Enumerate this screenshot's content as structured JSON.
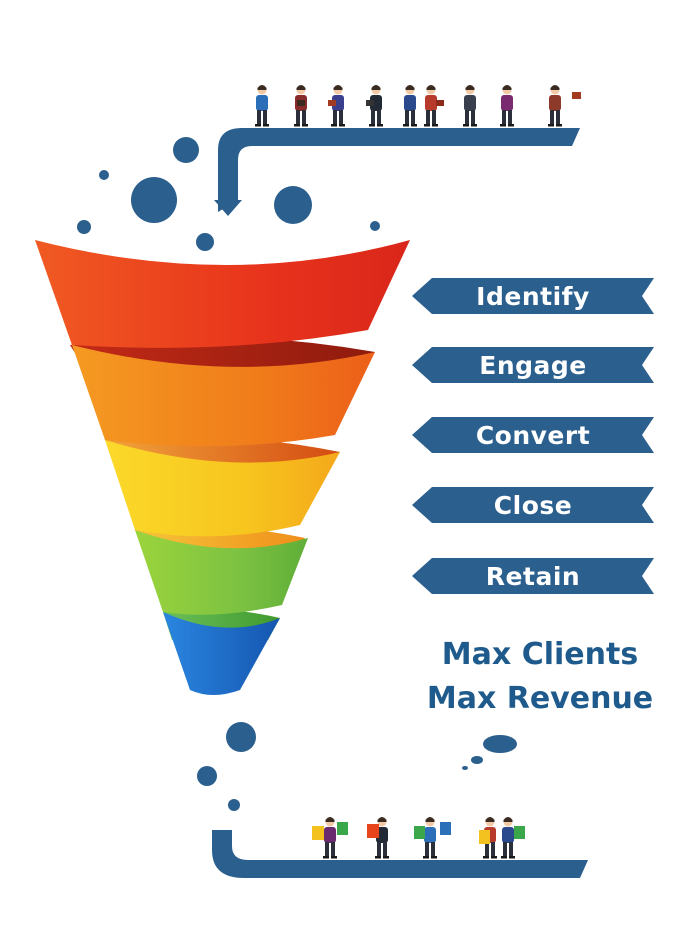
{
  "stages": [
    {
      "label": "Identify"
    },
    {
      "label": "Engage"
    },
    {
      "label": "Convert"
    },
    {
      "label": "Close"
    },
    {
      "label": "Retain"
    }
  ],
  "tagline": {
    "line1": "Max Clients",
    "line2": "Max Revenue"
  },
  "colors": {
    "brand_blue": "#2b5f8e",
    "text_blue": "#1f5a8c",
    "band_red": "#e8341c",
    "band_orange": "#f07d1a",
    "band_yellow": "#f7c51e",
    "band_green": "#7dc242",
    "band_blue": "#1f6fd0"
  },
  "icons": [
    "bubble-icon",
    "person-icon",
    "shopping-bag-icon",
    "thought-bubble-icon"
  ]
}
